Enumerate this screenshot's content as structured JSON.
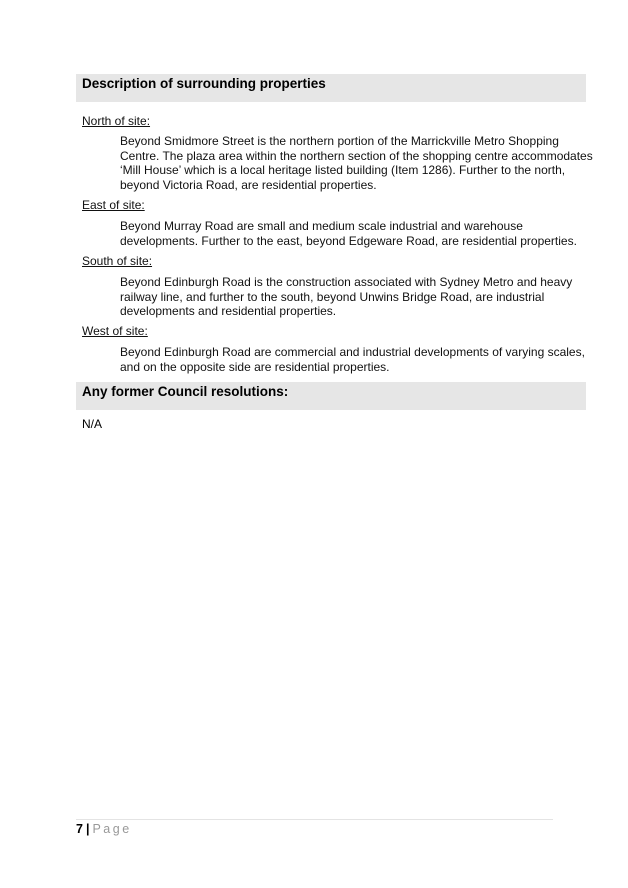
{
  "sections": {
    "surrounding": {
      "title": "Description of surrounding properties",
      "north": {
        "label": "North of site:",
        "lines": [
          "Beyond Smidmore Street is the northern portion of the Marrickville Metro Shopping",
          "Centre. The plaza area within the northern section of the shopping centre accommodates",
          "‘Mill House’ which is a local heritage listed building (Item 1286). Further to the north,",
          "beyond Victoria Road, are residential properties."
        ]
      },
      "east": {
        "label": "East of site:",
        "lines": [
          "Beyond Murray Road are small and medium scale industrial and warehouse",
          "developments. Further to the east, beyond Edgeware Road, are residential properties."
        ]
      },
      "south": {
        "label": "South of site:",
        "lines": [
          "Beyond Edinburgh Road is the construction associated with Sydney Metro and heavy",
          "railway line, and further to the south, beyond Unwins Bridge Road, are industrial",
          "developments and residential properties."
        ]
      },
      "west": {
        "label": "West of site:",
        "lines": [
          "Beyond Edinburgh Road are commercial and industrial developments of varying scales,",
          "and on the opposite side are residential properties."
        ]
      }
    },
    "resolutions": {
      "title": "Any former Council resolutions:",
      "body": "N/A"
    }
  },
  "footer": {
    "page_number": "7",
    "separator": "|",
    "page_label": "Page"
  }
}
